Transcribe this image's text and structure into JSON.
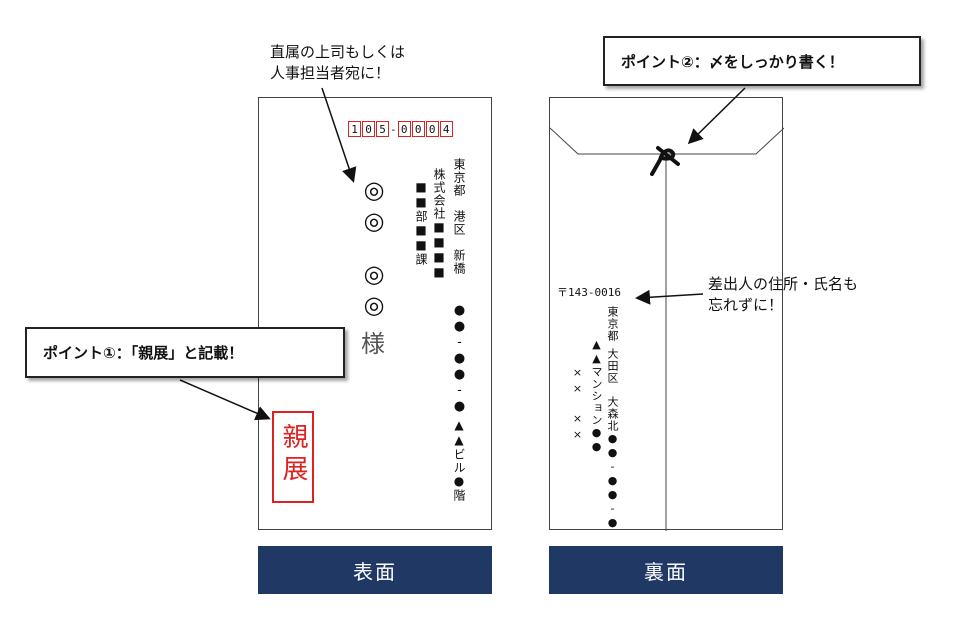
{
  "front": {
    "label": "表面",
    "zip_digits": [
      "1",
      "0",
      "5",
      "0",
      "0",
      "0",
      "4"
    ],
    "address_lines": [
      "東京都　港区　新橋",
      "●●-●●-●",
      "▲▲ビル●階"
    ],
    "company": "株式会社■■■■",
    "department": "■■部■■課",
    "name_marks": "◎◎",
    "name_marks2": "◎◎",
    "honorific": "様",
    "confidential": "親展"
  },
  "back": {
    "label": "裏面",
    "postal": "〒143-0016",
    "address_lines": [
      "東京都",
      "大田区　大森北●●-●●-●",
      "▲▲マンション●●"
    ],
    "name_lines": [
      "××　××"
    ]
  },
  "annotations": {
    "addressee_note": "直属の上司もしくは\n人事担当者宛に！",
    "point1": "ポイント①：「親展」と記載！",
    "point2": "ポイント②：〆をしっかり書く！",
    "sender_note": "差出人の住所・氏名も\n忘れずに！"
  },
  "colors": {
    "accent_red": "#d22222",
    "label_navy": "#1f3864"
  }
}
